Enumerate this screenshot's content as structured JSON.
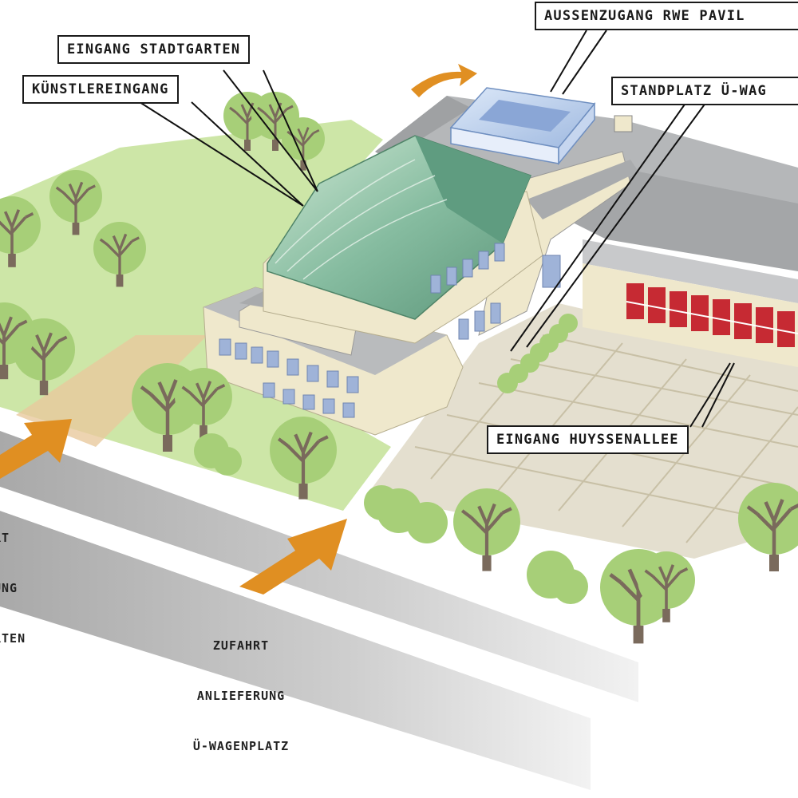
{
  "labels": {
    "eingang_stadtgarten": "EINGANG STADTGARTEN",
    "kuenstlereingang": "KÜNSTLEREINGANG",
    "aussenzugang": "AUSSENZUGANG RWE PAVIL",
    "standplatz": "STANDPLATZ Ü-WAG",
    "eingang_huyssenallee": "EINGANG HUYSSENALLEE"
  },
  "routes": {
    "left_line1": "RT",
    "left_line2": "UNG",
    "left_line3": "RTEN",
    "right_line1": "ZUFAHRT",
    "right_line2": "ANLIEFERUNG",
    "right_line3": "Ü-WAGENPLATZ"
  },
  "colors": {
    "arrow": "#e08f22",
    "lawn": "#c9e2a3",
    "tree": "#a7cf78",
    "roof": "#6fa88f",
    "wall": "#efe8cc",
    "road": "#bdbdbd",
    "plaza": "#ddd6c0",
    "facade_red": "#c62a33"
  }
}
